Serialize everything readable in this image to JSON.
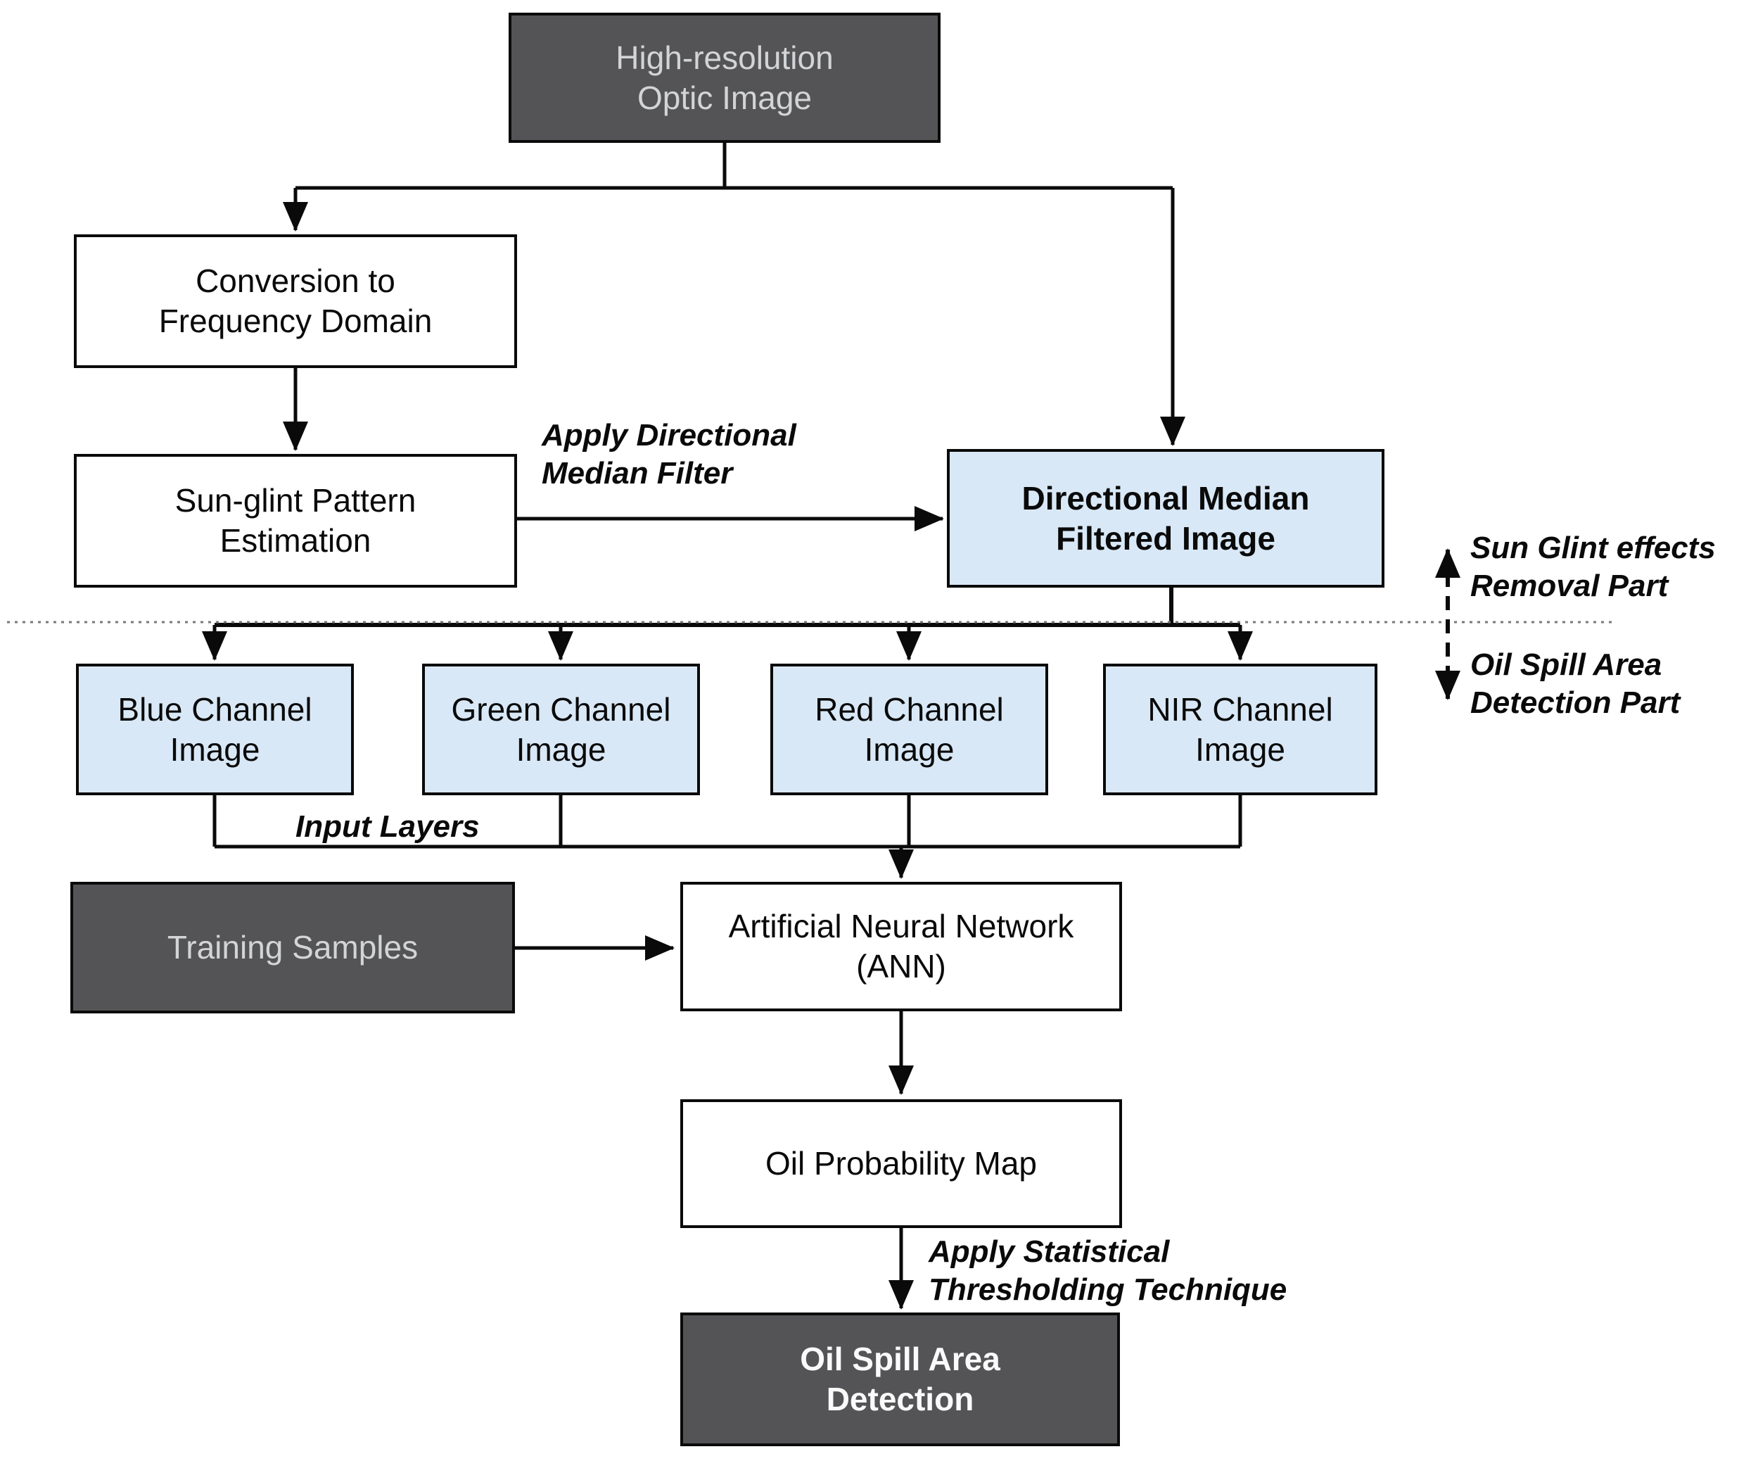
{
  "diagram": {
    "nodes": {
      "high_res": {
        "line1": "High-resolution",
        "line2": "Optic Image"
      },
      "conversion": {
        "line1": "Conversion to",
        "line2": "Frequency Domain"
      },
      "sun_glint": {
        "line1": "Sun-glint Pattern",
        "line2": "Estimation"
      },
      "dmf": {
        "line1": "Directional Median",
        "line2": "Filtered Image"
      },
      "blue_ch": {
        "line1": "Blue Channel",
        "line2": "Image"
      },
      "green_ch": {
        "line1": "Green Channel",
        "line2": "Image"
      },
      "red_ch": {
        "line1": "Red Channel",
        "line2": "Image"
      },
      "nir_ch": {
        "line1": "NIR Channel",
        "line2": "Image"
      },
      "training": {
        "line1": "Training Samples"
      },
      "ann": {
        "line1": "Artificial Neural Network",
        "line2": "(ANN)"
      },
      "opm": {
        "line1": "Oil Probability Map"
      },
      "osd": {
        "line1": "Oil Spill Area",
        "line2": "Detection"
      }
    },
    "labels": {
      "apply_dmf": {
        "line1": "Apply Directional",
        "line2": "Median Filter"
      },
      "input_layers": {
        "line1": "Input Layers"
      },
      "apply_stat": {
        "line1": "Apply Statistical",
        "line2": "Thresholding Technique"
      },
      "sun_glint_part": {
        "line1": "Sun Glint effects",
        "line2": "Removal Part"
      },
      "oil_spill_part": {
        "line1": "Oil Spill Area",
        "line2": "Detection Part"
      }
    },
    "colors": {
      "dark_fill": "#545456",
      "dark_text": "#d2d4d6",
      "light_blue_fill": "#d9e8f6",
      "white_text": "#fafafa",
      "line": "#0a0a0a",
      "separator": "#787878"
    }
  }
}
